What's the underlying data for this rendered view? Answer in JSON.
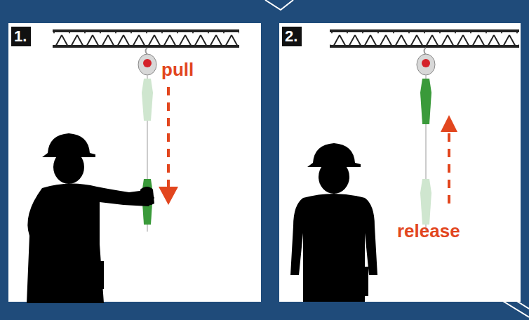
{
  "diagram": {
    "nodes": [
      {
        "text": [
          "1."
        ]
      },
      {
        "text": [
          "2."
        ]
      }
    ],
    "labels": [
      "pull",
      "release"
    ]
  }
}
